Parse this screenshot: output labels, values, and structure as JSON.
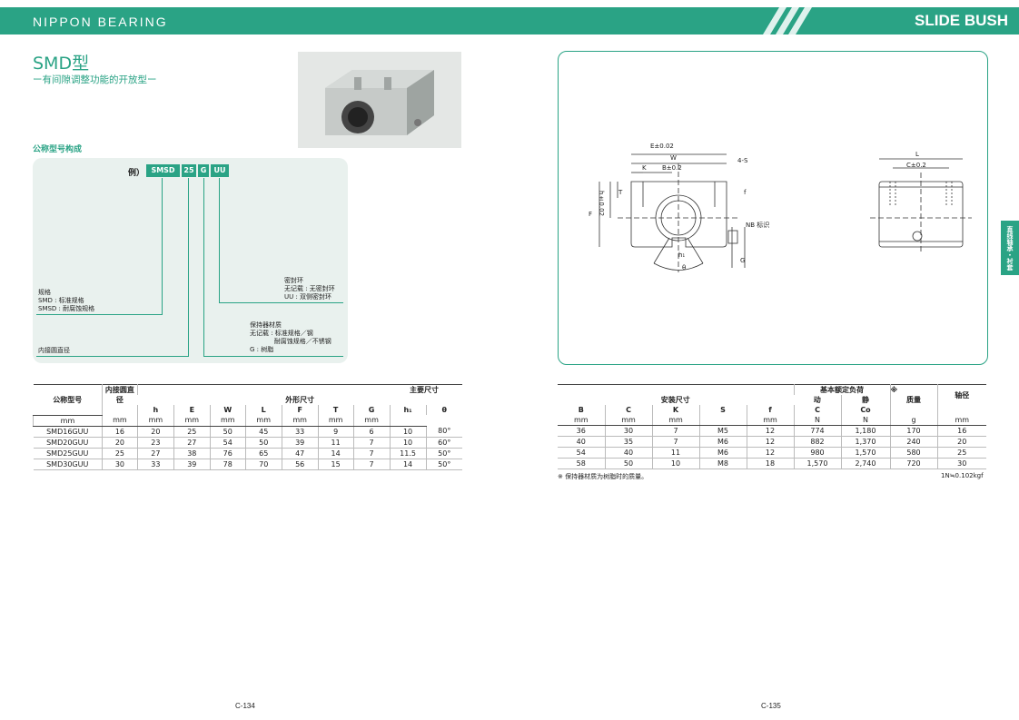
{
  "header": {
    "brand": "NIPPON BEARING",
    "series": "SLIDE BUSH",
    "accent": "#2aa385"
  },
  "left": {
    "title": "SMD型",
    "subtitle": "ー有间隙调整功能的开放型ー",
    "section_heading": "公称型号构成",
    "example_label": "例）",
    "chips": [
      "SMSD",
      "25",
      "G",
      "UU"
    ],
    "notes": {
      "spec": "规格\nSMD : 标准规格\nSMSD : 耐腐蚀规格",
      "seal": "密封环\n无记载 : 无密封环\nUU : 双侧密封环",
      "retainer": "保持器材质\n无记载 : 标准规格／钢\n            耐腐蚀规格／不锈钢\nG : 树脂",
      "bore": "内接圆直径"
    },
    "table": {
      "group_main": "主要尺寸",
      "group_outer": "外形尺寸",
      "col_model": "公称型号",
      "col_bore": "内接圆直径",
      "cols": [
        "h",
        "E",
        "W",
        "L",
        "F",
        "T",
        "G",
        "h₁",
        "θ"
      ],
      "units": [
        "mm",
        "mm",
        "mm",
        "mm",
        "mm",
        "mm",
        "mm",
        "mm",
        "mm"
      ],
      "rows": [
        [
          "SMD16GUU",
          "16",
          "20",
          "25",
          "50",
          "45",
          "33",
          "9",
          "6",
          "10",
          "80°"
        ],
        [
          "SMD20GUU",
          "20",
          "23",
          "27",
          "54",
          "50",
          "39",
          "11",
          "7",
          "10",
          "60°"
        ],
        [
          "SMD25GUU",
          "25",
          "27",
          "38",
          "76",
          "65",
          "47",
          "14",
          "7",
          "11.5",
          "50°"
        ],
        [
          "SMD30GUU",
          "30",
          "33",
          "39",
          "78",
          "70",
          "56",
          "15",
          "7",
          "14",
          "50°"
        ]
      ]
    },
    "page": "C-134"
  },
  "right": {
    "drawing": {
      "E": "E±0.02",
      "W": "W",
      "K": "K",
      "B": "B±0.2",
      "S": "4-S",
      "T": "T",
      "h": "h±0.02",
      "F": "F",
      "f": "f",
      "NB": "NB 标识",
      "h1": "h₁",
      "theta": "θ",
      "G": "G",
      "L": "L",
      "C": "C±0.2"
    },
    "table": {
      "group_mount": "安装尺寸",
      "group_load": "基本额定负荷",
      "load_dyn": "动",
      "load_stat": "静",
      "star": "※",
      "col_mass": "质量",
      "col_shaft": "轴径",
      "cols": [
        "B",
        "C",
        "K",
        "S",
        "f",
        "C",
        "Co",
        "",
        ""
      ],
      "units": [
        "mm",
        "mm",
        "mm",
        "",
        "mm",
        "N",
        "N",
        "g",
        "mm"
      ],
      "rows": [
        [
          "36",
          "30",
          "7",
          "M5",
          "12",
          "774",
          "1,180",
          "170",
          "16"
        ],
        [
          "40",
          "35",
          "7",
          "M6",
          "12",
          "882",
          "1,370",
          "240",
          "20"
        ],
        [
          "54",
          "40",
          "11",
          "M6",
          "12",
          "980",
          "1,570",
          "580",
          "25"
        ],
        [
          "58",
          "50",
          "10",
          "M8",
          "18",
          "1,570",
          "2,740",
          "720",
          "30"
        ]
      ]
    },
    "footnote": "※ 保持器材质为树脂时的质量。",
    "conversion": "1N≒0.102kgf",
    "side_tab": "直线轴承・衬套",
    "page": "C-135"
  }
}
